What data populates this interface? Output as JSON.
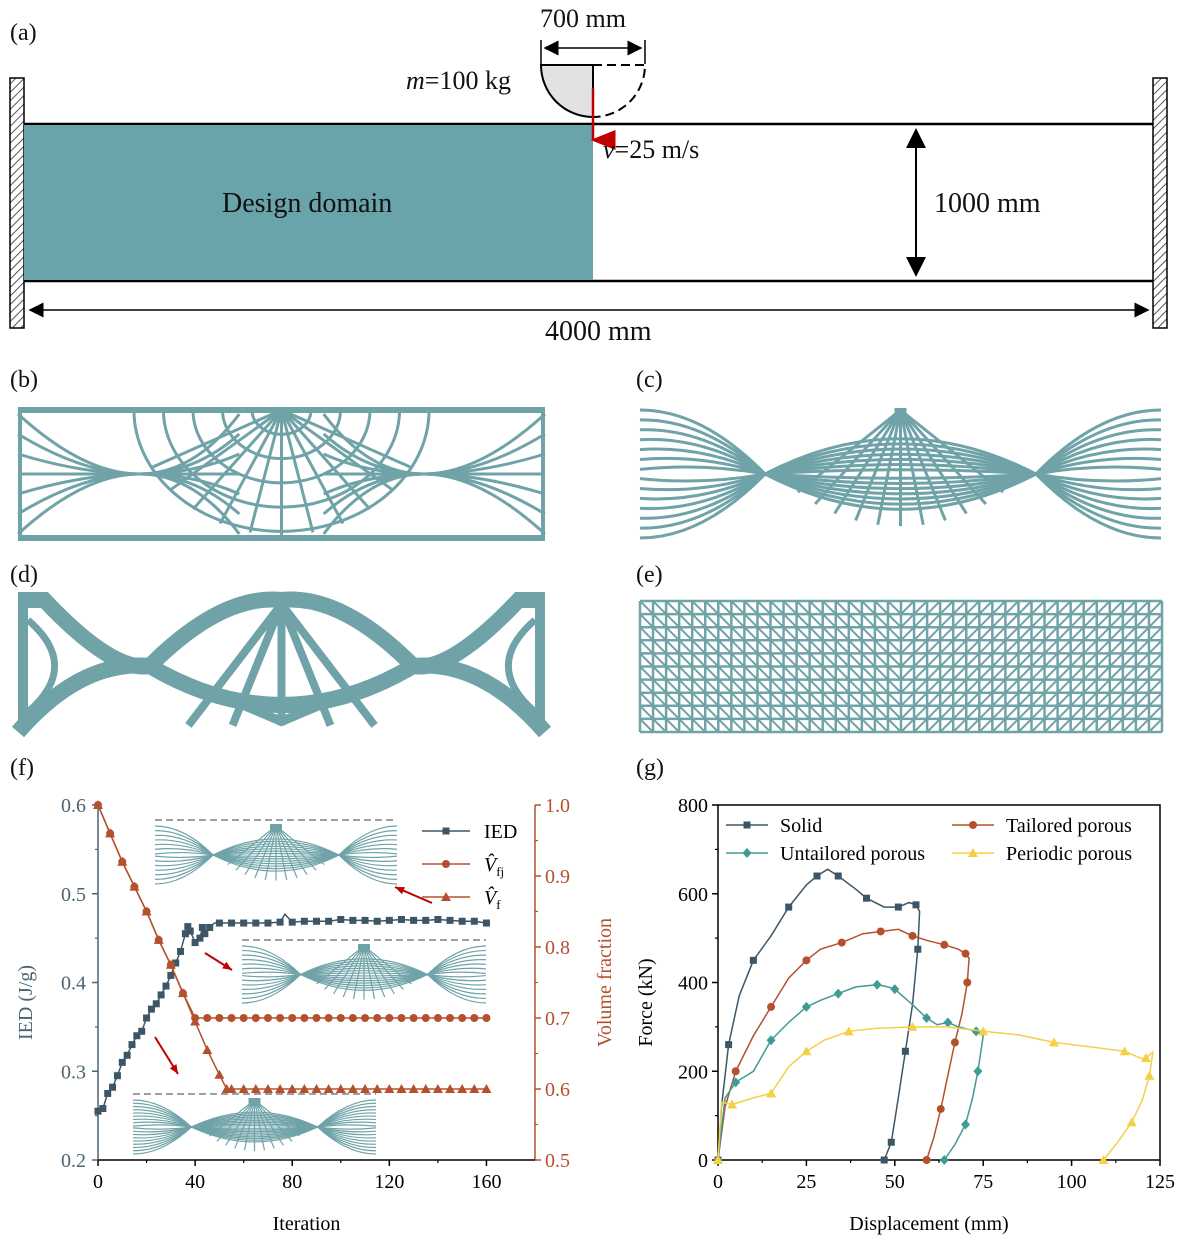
{
  "panel_labels": [
    "(a)",
    "(b)",
    "(c)",
    "(d)",
    "(e)",
    "(f)",
    "(g)"
  ],
  "schematic": {
    "width_label": "700 mm",
    "mass_label_italic": "m",
    "mass_label_rest": "=100 kg",
    "velocity_label_italic": "v",
    "velocity_label_rest": "=25 m/s",
    "domain_label": "Design domain",
    "height_label": "1000 mm",
    "length_label": "4000 mm",
    "colors": {
      "domain": "#6aa4ab",
      "impactor": "#e2e2e2",
      "arrow": "#c00000",
      "structure": "#6fa3a8"
    }
  },
  "chart_data": [
    {
      "type": "line",
      "panel": "(f)",
      "xlabel": "Iteration",
      "ylabel_left": "IED (J/g)",
      "ylabel_right": "Volume fraction",
      "xlim": [
        0,
        180
      ],
      "xticks": [
        "0",
        "40",
        "80",
        "120",
        "160"
      ],
      "ylim_left": [
        0.2,
        0.6
      ],
      "yticks_left": [
        "0.2",
        "0.3",
        "0.4",
        "0.5",
        "0.6"
      ],
      "ylim_right": [
        0.5,
        1.0
      ],
      "yticks_right": [
        "0.5",
        "0.6",
        "0.7",
        "0.8",
        "0.9",
        "1.0"
      ],
      "colors": {
        "left_axis": "#4a6473",
        "right_axis": "#b5502f"
      },
      "series": [
        {
          "name": "IED",
          "axis": "left",
          "color": "#3d5666",
          "marker": "square",
          "points": [
            [
              0,
              0.255
            ],
            [
              2,
              0.258
            ],
            [
              4,
              0.275
            ],
            [
              6,
              0.282
            ],
            [
              8,
              0.295
            ],
            [
              10,
              0.31
            ],
            [
              12,
              0.318
            ],
            [
              14,
              0.33
            ],
            [
              16,
              0.34
            ],
            [
              18,
              0.345
            ],
            [
              20,
              0.36
            ],
            [
              22,
              0.37
            ],
            [
              24,
              0.376
            ],
            [
              26,
              0.386
            ],
            [
              28,
              0.396
            ],
            [
              30,
              0.408
            ],
            [
              32,
              0.422
            ],
            [
              34,
              0.435
            ],
            [
              36,
              0.455
            ],
            [
              37,
              0.463
            ],
            [
              38,
              0.458
            ],
            [
              40,
              0.445
            ],
            [
              42,
              0.45
            ],
            [
              43,
              0.462
            ],
            [
              44,
              0.455
            ],
            [
              46,
              0.462
            ],
            [
              48,
              0.467
            ],
            [
              50,
              0.467
            ],
            [
              55,
              0.467
            ],
            [
              60,
              0.467
            ],
            [
              65,
              0.467
            ],
            [
              70,
              0.467
            ],
            [
              75,
              0.468
            ],
            [
              77,
              0.477
            ],
            [
              80,
              0.468
            ],
            [
              85,
              0.469
            ],
            [
              90,
              0.469
            ],
            [
              95,
              0.469
            ],
            [
              100,
              0.471
            ],
            [
              105,
              0.47
            ],
            [
              110,
              0.47
            ],
            [
              115,
              0.469
            ],
            [
              120,
              0.47
            ],
            [
              125,
              0.471
            ],
            [
              130,
              0.47
            ],
            [
              135,
              0.47
            ],
            [
              140,
              0.471
            ],
            [
              145,
              0.47
            ],
            [
              150,
              0.469
            ],
            [
              155,
              0.469
            ],
            [
              160,
              0.467
            ]
          ]
        },
        {
          "name": "V̂fj",
          "axis": "right",
          "color": "#b5502f",
          "marker": "circle",
          "points": [
            [
              0,
              1.0
            ],
            [
              5,
              0.96
            ],
            [
              10,
              0.92
            ],
            [
              15,
              0.885
            ],
            [
              20,
              0.85
            ],
            [
              25,
              0.81
            ],
            [
              30,
              0.775
            ],
            [
              35,
              0.735
            ],
            [
              40,
              0.7
            ],
            [
              45,
              0.7
            ],
            [
              50,
              0.7
            ],
            [
              55,
              0.7
            ],
            [
              60,
              0.7
            ],
            [
              65,
              0.7
            ],
            [
              70,
              0.7
            ],
            [
              75,
              0.7
            ],
            [
              80,
              0.7
            ],
            [
              85,
              0.7
            ],
            [
              90,
              0.7
            ],
            [
              95,
              0.7
            ],
            [
              100,
              0.7
            ],
            [
              105,
              0.7
            ],
            [
              110,
              0.7
            ],
            [
              115,
              0.7
            ],
            [
              120,
              0.7
            ],
            [
              125,
              0.7
            ],
            [
              130,
              0.7
            ],
            [
              135,
              0.7
            ],
            [
              140,
              0.7
            ],
            [
              145,
              0.7
            ],
            [
              150,
              0.7
            ],
            [
              155,
              0.7
            ],
            [
              160,
              0.7
            ]
          ]
        },
        {
          "name": "V̂f",
          "axis": "right",
          "color": "#b5502f",
          "marker": "triangle",
          "points": [
            [
              0,
              1.0
            ],
            [
              5,
              0.96
            ],
            [
              10,
              0.92
            ],
            [
              15,
              0.885
            ],
            [
              20,
              0.85
            ],
            [
              25,
              0.81
            ],
            [
              30,
              0.775
            ],
            [
              35,
              0.735
            ],
            [
              40,
              0.695
            ],
            [
              45,
              0.655
            ],
            [
              50,
              0.62
            ],
            [
              53,
              0.6
            ],
            [
              55,
              0.6
            ],
            [
              60,
              0.6
            ],
            [
              65,
              0.6
            ],
            [
              70,
              0.6
            ],
            [
              75,
              0.6
            ],
            [
              80,
              0.6
            ],
            [
              85,
              0.6
            ],
            [
              90,
              0.6
            ],
            [
              95,
              0.6
            ],
            [
              100,
              0.6
            ],
            [
              105,
              0.6
            ],
            [
              110,
              0.6
            ],
            [
              115,
              0.6
            ],
            [
              120,
              0.6
            ],
            [
              125,
              0.6
            ],
            [
              130,
              0.6
            ],
            [
              135,
              0.6
            ],
            [
              140,
              0.6
            ],
            [
              145,
              0.6
            ],
            [
              150,
              0.6
            ],
            [
              155,
              0.6
            ],
            [
              160,
              0.6
            ]
          ]
        }
      ],
      "legend_labels": [
        "IED",
        "V̂fj",
        "V̂f"
      ]
    },
    {
      "type": "line",
      "panel": "(g)",
      "xlabel": "Displacement (mm)",
      "ylabel": "Force (kN)",
      "xlim": [
        0,
        125
      ],
      "xticks": [
        "0",
        "25",
        "50",
        "75",
        "100",
        "125"
      ],
      "ylim": [
        0,
        800
      ],
      "yticks": [
        "0",
        "200",
        "400",
        "600",
        "800"
      ],
      "legend": "top",
      "series": [
        {
          "name": "Solid",
          "color": "#3d5666",
          "marker": "square",
          "points": [
            [
              0,
              0
            ],
            [
              1,
              120
            ],
            [
              3,
              260
            ],
            [
              6,
              370
            ],
            [
              10,
              450
            ],
            [
              15,
              505
            ],
            [
              20,
              570
            ],
            [
              25,
              620
            ],
            [
              28,
              640
            ],
            [
              31,
              655
            ],
            [
              34,
              640
            ],
            [
              39,
              610
            ],
            [
              42,
              590
            ],
            [
              47,
              570
            ],
            [
              51,
              570
            ],
            [
              54,
              580
            ],
            [
              56,
              575
            ],
            [
              57,
              560
            ],
            [
              56.5,
              475
            ],
            [
              55,
              350
            ],
            [
              53,
              245
            ],
            [
              51,
              140
            ],
            [
              49,
              40
            ],
            [
              47,
              0
            ]
          ]
        },
        {
          "name": "Tailored porous",
          "color": "#b5502f",
          "marker": "circle",
          "points": [
            [
              0,
              0
            ],
            [
              2,
              120
            ],
            [
              5,
              200
            ],
            [
              10,
              280
            ],
            [
              15,
              345
            ],
            [
              20,
              410
            ],
            [
              25,
              450
            ],
            [
              29,
              475
            ],
            [
              35,
              490
            ],
            [
              41,
              510
            ],
            [
              46,
              515
            ],
            [
              51,
              520
            ],
            [
              55,
              505
            ],
            [
              59,
              495
            ],
            [
              64,
              485
            ],
            [
              68,
              475
            ],
            [
              70,
              465
            ],
            [
              71,
              455
            ],
            [
              70.5,
              400
            ],
            [
              69,
              330
            ],
            [
              67,
              265
            ],
            [
              65,
              190
            ],
            [
              63,
              115
            ],
            [
              61,
              50
            ],
            [
              59,
              0
            ]
          ]
        },
        {
          "name": "Untailored porous",
          "color": "#3f9b95",
          "marker": "diamond",
          "points": [
            [
              0,
              0
            ],
            [
              2,
              140
            ],
            [
              5,
              175
            ],
            [
              10,
              200
            ],
            [
              15,
              270
            ],
            [
              20,
              310
            ],
            [
              25,
              345
            ],
            [
              29,
              360
            ],
            [
              34,
              375
            ],
            [
              39,
              390
            ],
            [
              45,
              395
            ],
            [
              48,
              390
            ],
            [
              50,
              385
            ],
            [
              55,
              350
            ],
            [
              59,
              320
            ],
            [
              62,
              305
            ],
            [
              65,
              310
            ],
            [
              68,
              300
            ],
            [
              73,
              290
            ],
            [
              75,
              280
            ],
            [
              73.5,
              200
            ],
            [
              72,
              140
            ],
            [
              70,
              80
            ],
            [
              67,
              35
            ],
            [
              64,
              0
            ]
          ]
        },
        {
          "name": "Periodic porous",
          "color": "#f5cf45",
          "marker": "triangle",
          "points": [
            [
              0,
              0
            ],
            [
              1,
              130
            ],
            [
              4,
              125
            ],
            [
              10,
              140
            ],
            [
              15,
              150
            ],
            [
              20,
              210
            ],
            [
              25,
              245
            ],
            [
              30,
              270
            ],
            [
              37,
              290
            ],
            [
              45,
              297
            ],
            [
              55,
              300
            ],
            [
              65,
              300
            ],
            [
              75,
              290
            ],
            [
              85,
              282
            ],
            [
              95,
              265
            ],
            [
              105,
              255
            ],
            [
              115,
              245
            ],
            [
              120,
              228
            ],
            [
              121,
              230
            ],
            [
              123,
              243
            ],
            [
              122,
              190
            ],
            [
              120,
              135
            ],
            [
              117,
              85
            ],
            [
              113,
              40
            ],
            [
              109,
              0
            ]
          ]
        }
      ]
    }
  ]
}
